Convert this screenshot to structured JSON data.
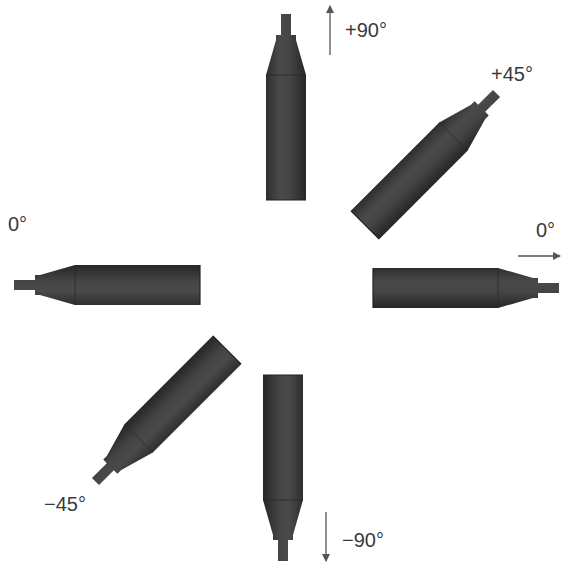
{
  "diagram": {
    "labels": [
      "+90°",
      "+45°",
      "0°",
      "0°",
      "−45°",
      "−90°"
    ]
  }
}
